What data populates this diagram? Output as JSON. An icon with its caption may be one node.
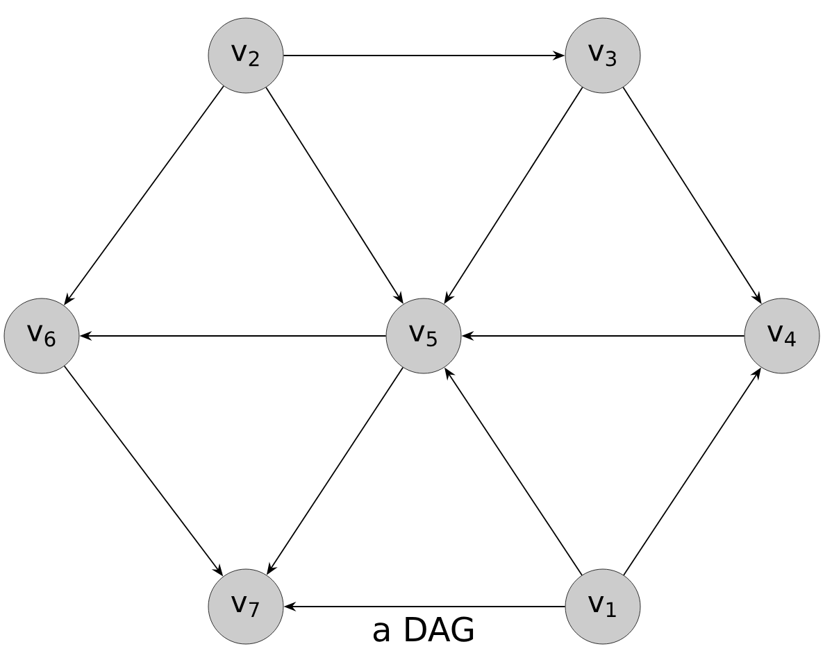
{
  "diagram": {
    "caption": "a DAG",
    "nodes": [
      {
        "text": [
          "v$_{2}$"
        ]
      },
      {
        "text": [
          "v$_{3}$"
        ]
      },
      {
        "text": [
          "v$_{6}$"
        ]
      },
      {
        "text": [
          "v$_{5}$"
        ]
      },
      {
        "text": [
          "v$_{4}$"
        ]
      },
      {
        "text": [
          "v$_{7}$"
        ]
      },
      {
        "text": [
          "v$_{1}$"
        ]
      }
    ],
    "edges": [
      {
        "from": 0,
        "to": 1,
        "arrow": "to"
      },
      {
        "from": 0,
        "to": 2,
        "arrow": "to"
      },
      {
        "from": 0,
        "to": 3,
        "arrow": "to"
      },
      {
        "from": 1,
        "to": 3,
        "arrow": "to"
      },
      {
        "from": 1,
        "to": 4,
        "arrow": "to"
      },
      {
        "from": 3,
        "to": 2,
        "arrow": "to"
      },
      {
        "from": 4,
        "to": 3,
        "arrow": "to"
      },
      {
        "from": 3,
        "to": 5,
        "arrow": "to"
      },
      {
        "from": 2,
        "to": 5,
        "arrow": "to"
      },
      {
        "from": 6,
        "to": 3,
        "arrow": "to"
      },
      {
        "from": 6,
        "to": 4,
        "arrow": "to"
      },
      {
        "from": 6,
        "to": 5,
        "arrow": "to"
      }
    ]
  }
}
